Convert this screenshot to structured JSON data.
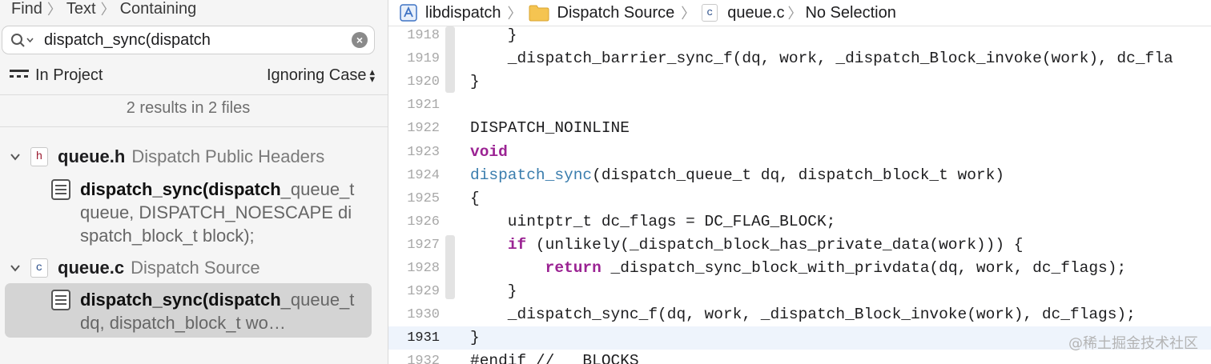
{
  "navigator": {
    "breadcrumb": [
      "Find",
      "Text",
      "Containing"
    ],
    "search": {
      "value": "dispatch_sync(dispatch",
      "clear_icon": "clear-circle-icon"
    },
    "scope_label": "In Project",
    "case_label": "Ignoring Case",
    "summary": "2 results in 2 files",
    "results": [
      {
        "file_icon_letter": "h",
        "file_name": "queue.h",
        "group": "Dispatch Public Headers",
        "match_bold": "dispatch_sync(dispatch",
        "match_rest": "_queue_t queue, DISPATCH_NOESCAPE dispatch_block_t block);"
      },
      {
        "file_icon_letter": "c",
        "file_name": "queue.c",
        "group": "Dispatch Source",
        "match_bold": "dispatch_sync(dispatch",
        "match_rest": "_queue_t dq, dispatch_block_t wo…"
      }
    ]
  },
  "jump_bar": {
    "project": "libdispatch",
    "folder": "Dispatch Source",
    "file_icon_letter": "c",
    "file": "queue.c",
    "symbol": "No Selection"
  },
  "editor": {
    "current_line": "1931",
    "lines": [
      {
        "n": "1918",
        "text": "    }"
      },
      {
        "n": "1919",
        "text": "    _dispatch_barrier_sync_f(dq, work, _dispatch_Block_invoke(work), dc_fla"
      },
      {
        "n": "1920",
        "text": "}"
      },
      {
        "n": "1921",
        "text": ""
      },
      {
        "n": "1922",
        "text": "DISPATCH_NOINLINE"
      },
      {
        "n": "1923",
        "kw": "void"
      },
      {
        "n": "1924",
        "fn": "dispatch_sync",
        "text": "(dispatch_queue_t dq, dispatch_block_t work)"
      },
      {
        "n": "1925",
        "text": "{"
      },
      {
        "n": "1926",
        "text": "    uintptr_t dc_flags = DC_FLAG_BLOCK;"
      },
      {
        "n": "1927",
        "pre": "    ",
        "kw": "if",
        "text": " (unlikely(_dispatch_block_has_private_data(work))) {"
      },
      {
        "n": "1928",
        "pre": "        ",
        "kw": "return",
        "text": " _dispatch_sync_block_with_privdata(dq, work, dc_flags);"
      },
      {
        "n": "1929",
        "text": "    }"
      },
      {
        "n": "1930",
        "text": "    _dispatch_sync_f(dq, work, _dispatch_Block_invoke(work), dc_flags);"
      },
      {
        "n": "1931",
        "text": "}"
      },
      {
        "n": "1932",
        "text": "#endif // __BLOCKS__"
      }
    ]
  },
  "watermark": "@稀土掘金技术社区",
  "colors": {
    "keyword": "#9b2393",
    "function": "#3a7dad",
    "current_line_bg": "#eef4fc",
    "selection_bg": "#d4d4d4"
  }
}
